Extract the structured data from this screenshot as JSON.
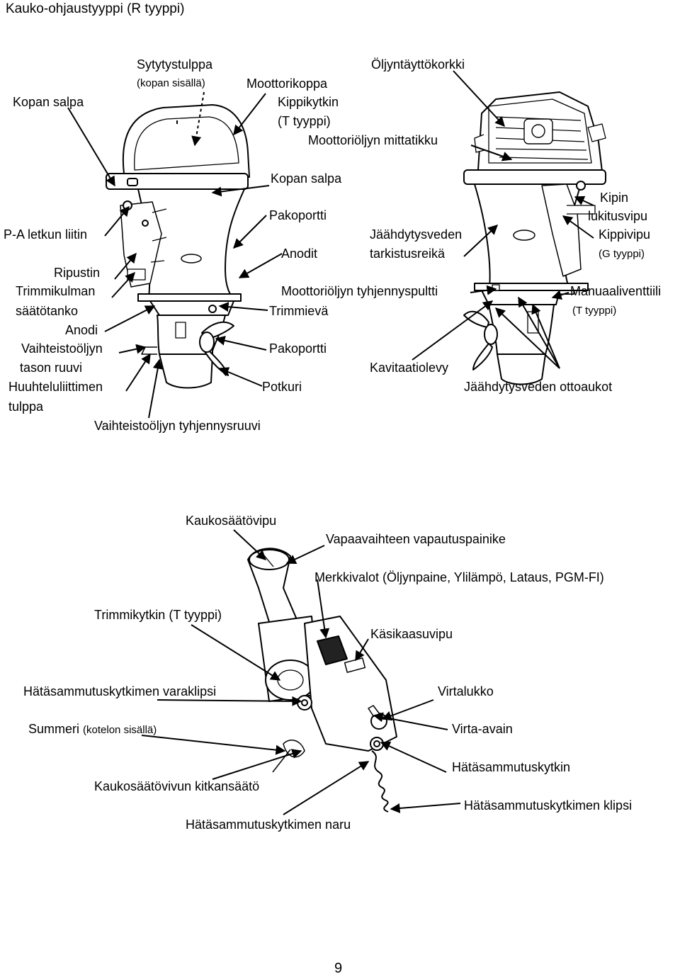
{
  "title": "Kauko-ohjaustyyppi (R tyyppi)",
  "page_number": "9",
  "outboard_labels": {
    "kopan_salpa_1": "Kopan salpa",
    "sytytystulppa": "Sytytystulppa",
    "sytytystulppa_note": "(kopan sisällä)",
    "moottorikoppa": "Moottorikoppa",
    "kippikytkin": "Kippikytkin",
    "kippikytkin_note": "(T tyyppi)",
    "oljyntayttokorkki": "Öljyntäyttökorkki",
    "moottorioljyn_mittatikku": "Moottoriöljyn mittatikku",
    "kopan_salpa_2": "Kopan salpa",
    "pa_letkun_liitin": "P-A letkun liitin",
    "pakoportti_1": "Pakoportti",
    "anodit": "Anodit",
    "jaahdytysveden": "Jäähdytysveden",
    "tarkistusreika": "tarkistusreikä",
    "kipin": "Kipin",
    "lukitusvipu": "lukitusvipu",
    "kippivipu": "Kippivipu",
    "kippivipu_note": "(G tyyppi)",
    "ripustin": "Ripustin",
    "trimmikulman": "Trimmikulman",
    "saatotanko": "säätötanko",
    "moottorioljyn_tyhjennyspultti": "Moottoriöljyn tyhjennyspultti",
    "manuaaliventtiili": "Manuaaliventtiili",
    "manuaaliventtiili_note": "(T tyyppi)",
    "trimmieva": "Trimmievä",
    "anodi": "Anodi",
    "vaihteistooljyn": "Vaihteistoöljyn",
    "tason_ruuvi": "tason ruuvi",
    "pakoportti_2": "Pakoportti",
    "kavitaatiolevy": "Kavitaatiolevy",
    "huuhteluliittimen": "Huuhteluliittimen",
    "tulppa": "tulppa",
    "potkuri": "Potkuri",
    "jaahdytysveden_ottoaukot": "Jäähdytysveden ottoaukot",
    "vaihteistooljyn_tyhjennysruuvi": "Vaihteistoöljyn tyhjennysruuvi"
  },
  "remote_labels": {
    "kaukosaatovipu": "Kaukosäätövipu",
    "vapaavaihteen": "Vapaavaihteen vapautuspainike",
    "merkkivalot": "Merkkivalot (Öljynpaine, Ylilämpö, Lataus, PGM-FI)",
    "trimmikytkin": "Trimmikytkin (T tyyppi)",
    "kasikaasuvipu": "Käsikaasuvipu",
    "hatasammutus_varaklipsi": "Hätäsammutuskytkimen varaklipsi",
    "virtalukko": "Virtalukko",
    "summeri": "Summeri",
    "summeri_note": "(kotelon sisällä)",
    "virta_avain": "Virta-avain",
    "hatasammutuskytkin": "Hätäsammutuskytkin",
    "kitkansaato": "Kaukosäätövivun kitkansäätö",
    "hatasammutus_klipsi": "Hätäsammutuskytkimen klipsi",
    "hatasammutus_naru": "Hätäsammutuskytkimen naru"
  }
}
